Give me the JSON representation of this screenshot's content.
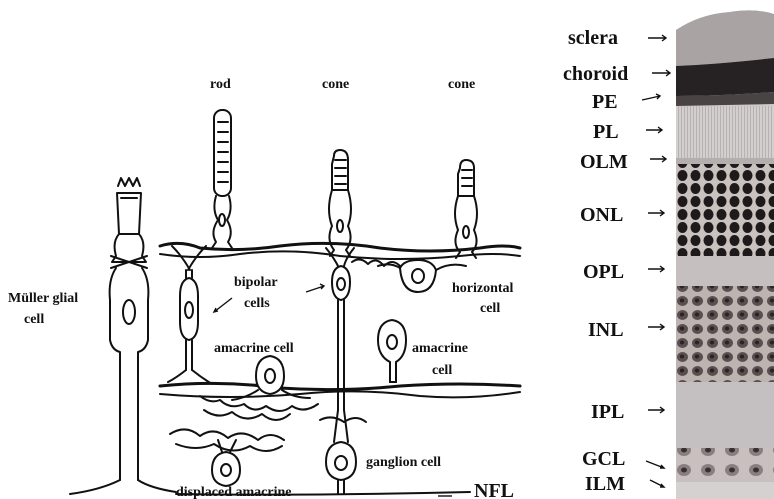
{
  "diagram_labels": {
    "rod": "rod",
    "cone1": "cone",
    "cone2": "cone",
    "muller_line1": "Müller glial",
    "muller_line2": "cell",
    "bipolar_line1": "bipolar",
    "bipolar_line2": "cells",
    "horizontal_line1": "horizontal",
    "horizontal_line2": "cell",
    "amacrine_left": "amacrine cell",
    "amacrine_right_line1": "amacrine",
    "amacrine_right_line2": "cell",
    "ganglion": "ganglion cell",
    "displaced_amacrine": "displaced amacrine",
    "nfl": "NFL"
  },
  "layer_labels": [
    "sclera",
    "choroid",
    "PE",
    "PL",
    "OLM",
    "ONL",
    "OPL",
    "INL",
    "IPL",
    "GCL",
    "ILM"
  ],
  "colors": {
    "ink": "#111111",
    "background": "#ffffff"
  }
}
